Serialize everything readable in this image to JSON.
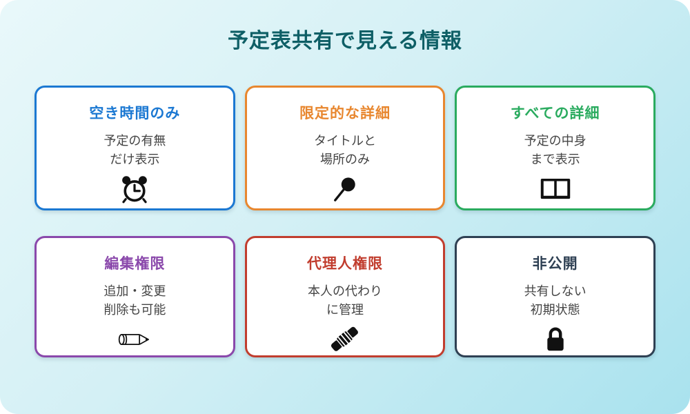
{
  "page": {
    "title": "予定表共有で見える情報",
    "title_color": "#0e5f66",
    "background_gradient": [
      "#e9f8fa",
      "#a9e2ee"
    ],
    "icon_color": "#111111"
  },
  "cards": [
    {
      "title": "空き時間のみ",
      "color": "#1b78d2",
      "lines": [
        "予定の有無",
        "だけ表示"
      ],
      "icon": "alarm-clock-icon"
    },
    {
      "title": "限定的な詳細",
      "color": "#e8872f",
      "lines": [
        "タイトルと",
        "場所のみ"
      ],
      "icon": "pushpin-icon"
    },
    {
      "title": "すべての詳細",
      "color": "#2aab5f",
      "lines": [
        "予定の中身",
        "まで表示"
      ],
      "icon": "open-book-icon"
    },
    {
      "title": "編集権限",
      "color": "#8a48ab",
      "lines": [
        "追加・変更",
        "削除も可能"
      ],
      "icon": "pencil-icon"
    },
    {
      "title": "代理人権限",
      "color": "#c13d2e",
      "lines": [
        "本人の代わり",
        "に管理"
      ],
      "icon": "handshake-icon"
    },
    {
      "title": "非公開",
      "color": "#2e4053",
      "lines": [
        "共有しない",
        "初期状態"
      ],
      "icon": "lock-icon"
    }
  ]
}
